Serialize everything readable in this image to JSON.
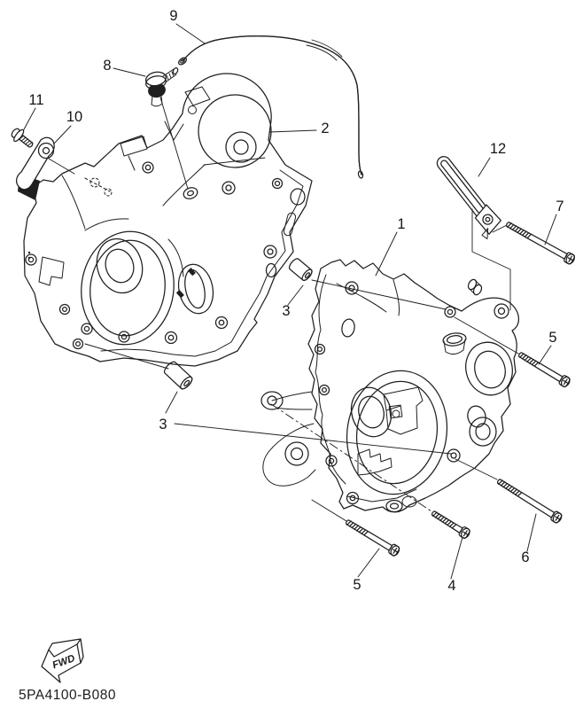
{
  "diagram": {
    "part_code": "5PA4100-B080",
    "fwd_label": "FWD",
    "callouts": [
      {
        "ref": "9"
      },
      {
        "ref": "8"
      },
      {
        "ref": "11"
      },
      {
        "ref": "10"
      },
      {
        "ref": "2"
      },
      {
        "ref": "12"
      },
      {
        "ref": "1"
      },
      {
        "ref": "7"
      },
      {
        "ref": "3"
      },
      {
        "ref": "3"
      },
      {
        "ref": "5"
      },
      {
        "ref": "6"
      },
      {
        "ref": "4"
      },
      {
        "ref": "5"
      }
    ]
  }
}
